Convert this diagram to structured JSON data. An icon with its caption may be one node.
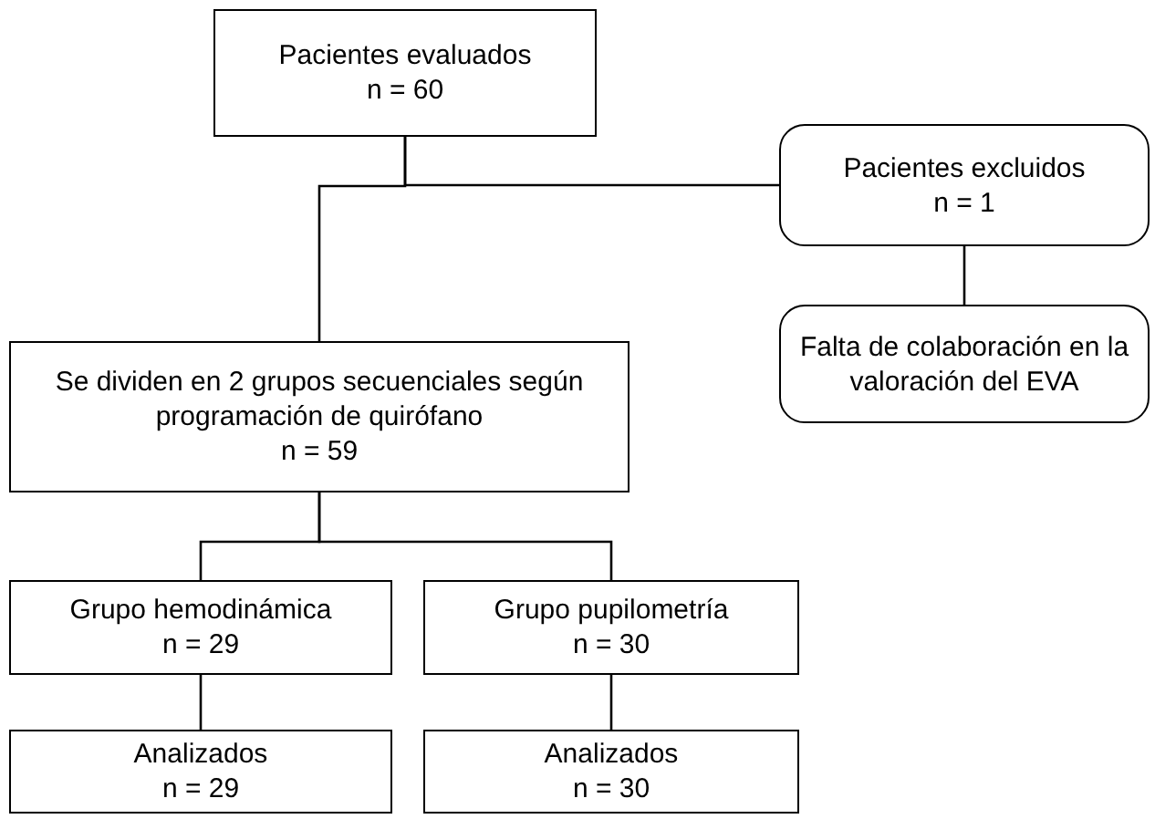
{
  "diagram": {
    "nodes": [
      {
        "text": [
          "Pacientes evaluados",
          "n = 60"
        ]
      },
      {
        "text": [
          "Pacientes excluidos",
          "n = 1"
        ]
      },
      {
        "text": [
          "Se dividen en 2 grupos secuenciales según programación de quirófano",
          "n = 59"
        ]
      },
      {
        "text": [
          "Falta de colaboración en la valoración del EVA"
        ]
      },
      {
        "text": [
          "Grupo hemodinámica",
          "n = 29"
        ]
      },
      {
        "text": [
          "Grupo pupilometría",
          "n = 30"
        ]
      },
      {
        "text": [
          "Analizados",
          "n = 29"
        ]
      },
      {
        "text": [
          "Analizados",
          "n = 30"
        ]
      }
    ],
    "edges": [
      {
        "from": 0,
        "to": 2,
        "arrow": "none"
      },
      {
        "from": 0,
        "to": 1,
        "arrow": "none"
      },
      {
        "from": 1,
        "to": 3,
        "arrow": "none"
      },
      {
        "from": 2,
        "to": 4,
        "arrow": "none"
      },
      {
        "from": 2,
        "to": 5,
        "arrow": "none"
      },
      {
        "from": 4,
        "to": 6,
        "arrow": "none"
      },
      {
        "from": 5,
        "to": 7,
        "arrow": "none"
      }
    ]
  }
}
